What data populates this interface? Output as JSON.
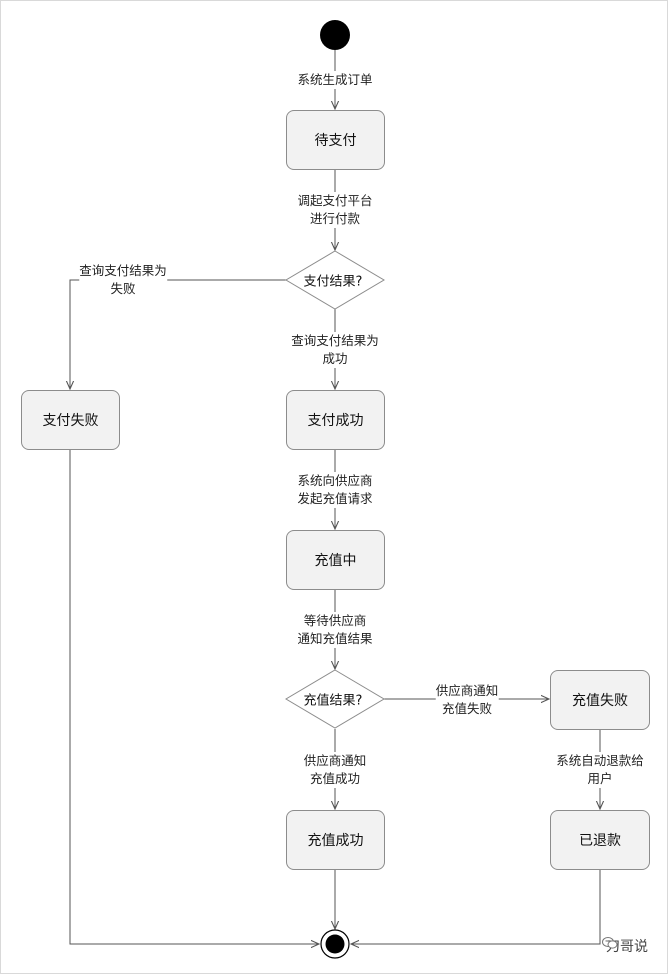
{
  "nodes": {
    "pending_payment": "待支付",
    "payment_result_decision": "支付结果?",
    "payment_failed": "支付失败",
    "payment_success": "支付成功",
    "recharging": "充值中",
    "recharge_result_decision": "充值结果?",
    "recharge_failed": "充值失败",
    "recharge_success": "充值成功",
    "refunded": "已退款"
  },
  "edges": {
    "system_generates_order": [
      "系统生成订单"
    ],
    "invoke_payment_platform": [
      "调起支付平台",
      "进行付款"
    ],
    "query_result_failed": [
      "查询支付结果为",
      "失败"
    ],
    "query_result_success": [
      "查询支付结果为",
      "成功"
    ],
    "send_recharge_request": [
      "系统向供应商",
      "发起充值请求"
    ],
    "wait_supplier_notify": [
      "等待供应商",
      "通知充值结果"
    ],
    "supplier_notify_failed": [
      "供应商通知",
      "充值失败"
    ],
    "supplier_notify_success": [
      "供应商通知",
      "充值成功"
    ],
    "auto_refund_user": [
      "系统自动退款给",
      "用户"
    ]
  },
  "watermark": {
    "icon": "wechat-icon",
    "text": "刀哥说"
  },
  "colors": {
    "node_fill": "#f2f2f2",
    "node_border": "#8c8c8c",
    "line": "#555555",
    "start_end": "#000000"
  }
}
